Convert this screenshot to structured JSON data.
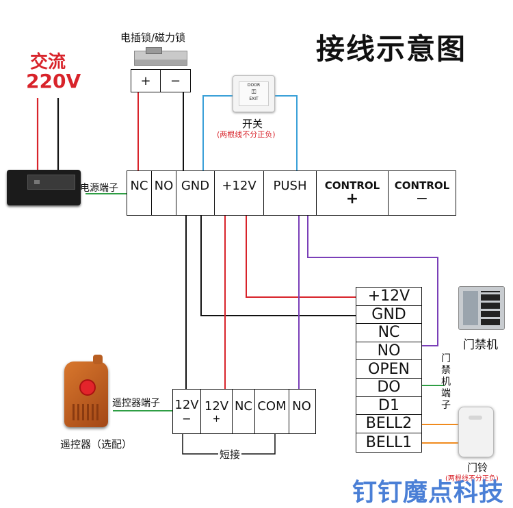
{
  "title": "接线示意图",
  "ac_label_1": "交流",
  "ac_label_2": "220V",
  "lock_label": "电插锁/磁力锁",
  "lock_terminals": [
    "+",
    "−"
  ],
  "switch_label": "开关",
  "switch_note": "(两根线不分正负)",
  "button_text_1": "DOOR",
  "button_text_2": "EXIT",
  "power_terminal_label": "电源端子",
  "power_terminals": [
    {
      "top": "NC",
      "bottom": ""
    },
    {
      "top": "NO",
      "bottom": ""
    },
    {
      "top": "GND",
      "bottom": ""
    },
    {
      "top": "+12V",
      "bottom": ""
    },
    {
      "top": "PUSH",
      "bottom": ""
    },
    {
      "top": "CONTROL",
      "bottom": "+"
    },
    {
      "top": "CONTROL",
      "bottom": "−"
    }
  ],
  "access_terminals": [
    "+12V",
    "GND",
    "NC",
    "NO",
    "OPEN",
    "DO",
    "D1",
    "BELL2",
    "BELL1"
  ],
  "access_label": "门禁机",
  "access_terminal_label": "门禁机端子",
  "remote_terminal_label": "遥控器端子",
  "remote_terminals": [
    {
      "top": "12V",
      "bottom": "−"
    },
    {
      "top": "12V",
      "bottom": "+"
    },
    {
      "top": "NC",
      "bottom": ""
    },
    {
      "top": "COM",
      "bottom": ""
    },
    {
      "top": "NO",
      "bottom": ""
    }
  ],
  "short_label": "短接",
  "remote_label": "遥控器（选配）",
  "bell_label": "门铃",
  "bell_note": "(两根线不分正负)",
  "watermark": "钉钉魔点科技",
  "colors": {
    "red": "#d8232a",
    "blue": "#3aa0d8",
    "purple": "#7a3fb8",
    "black": "#111111",
    "green": "#2e9e44",
    "orange": "#f08a1c",
    "watermark": "#4a7fd6"
  }
}
